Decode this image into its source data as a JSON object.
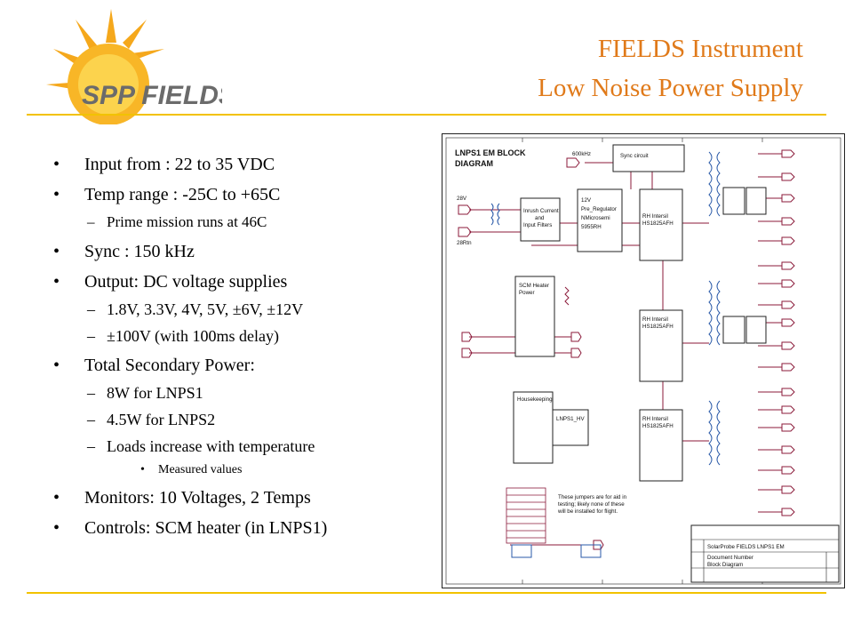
{
  "header": {
    "logo_text": "SPP FIELDS",
    "title_line1": "FIELDS Instrument",
    "title_line2": "Low Noise Power Supply"
  },
  "bullets": {
    "input": "Input from : 22 to 35 VDC",
    "temp": "Temp range :  -25C to +65C",
    "temp_sub": "Prime mission runs at 46C",
    "sync": "Sync : 150 kHz",
    "output": "Output:  DC voltage supplies",
    "output_sub1": "1.8V, 3.3V, 4V, 5V, ±6V, ±12V",
    "output_sub2": " ±100V (with 100ms delay)",
    "power": "Total Secondary Power:",
    "power_sub1": "8W for LNPS1",
    "power_sub2": "4.5W for LNPS2",
    "power_sub3": "Loads increase with temperature",
    "power_sub3_sub": "Measured values",
    "monitors": "Monitors:  10 Voltages, 2 Temps",
    "controls": "Controls: SCM heater (in LNPS1)"
  },
  "schematic": {
    "title_line1": "LNPS1 EM BLOCK",
    "title_line2": "DIAGRAM",
    "sync_freq": "600kHz",
    "sync_block": "Sync circuit",
    "inrush_block": [
      "Inrush Current",
      "and",
      "Input Filters"
    ],
    "prereg_block": [
      "12V",
      "Pre_Regulator",
      "NMicrosemi",
      "5955RH"
    ],
    "rh_block_1": [
      "RH Intersil",
      "HS1825AFH"
    ],
    "rh_block_2": [
      "RH Intersil",
      "HS1825AFH"
    ],
    "rh_block_3": [
      "RH Intersil",
      "HS1825AFH"
    ],
    "heater_block": [
      "SCM Heater",
      "Power"
    ],
    "housekeeping_block": "Housekeeping",
    "hv_block": "LNPS1_HV",
    "input_labels": [
      "28V",
      "28Rtn"
    ],
    "notes": [
      "These jumpers are for aid in",
      "testing; likely none of these",
      "will be installed for flight."
    ],
    "title_block": [
      "SolarProbe FIELDS LNPS1 EM",
      "Document Number",
      "Block Diagram"
    ]
  },
  "colors": {
    "title": "#e07a1a",
    "rule": "#f2c200",
    "wire": "#8b1a3a",
    "schematic_line": "#222222"
  }
}
